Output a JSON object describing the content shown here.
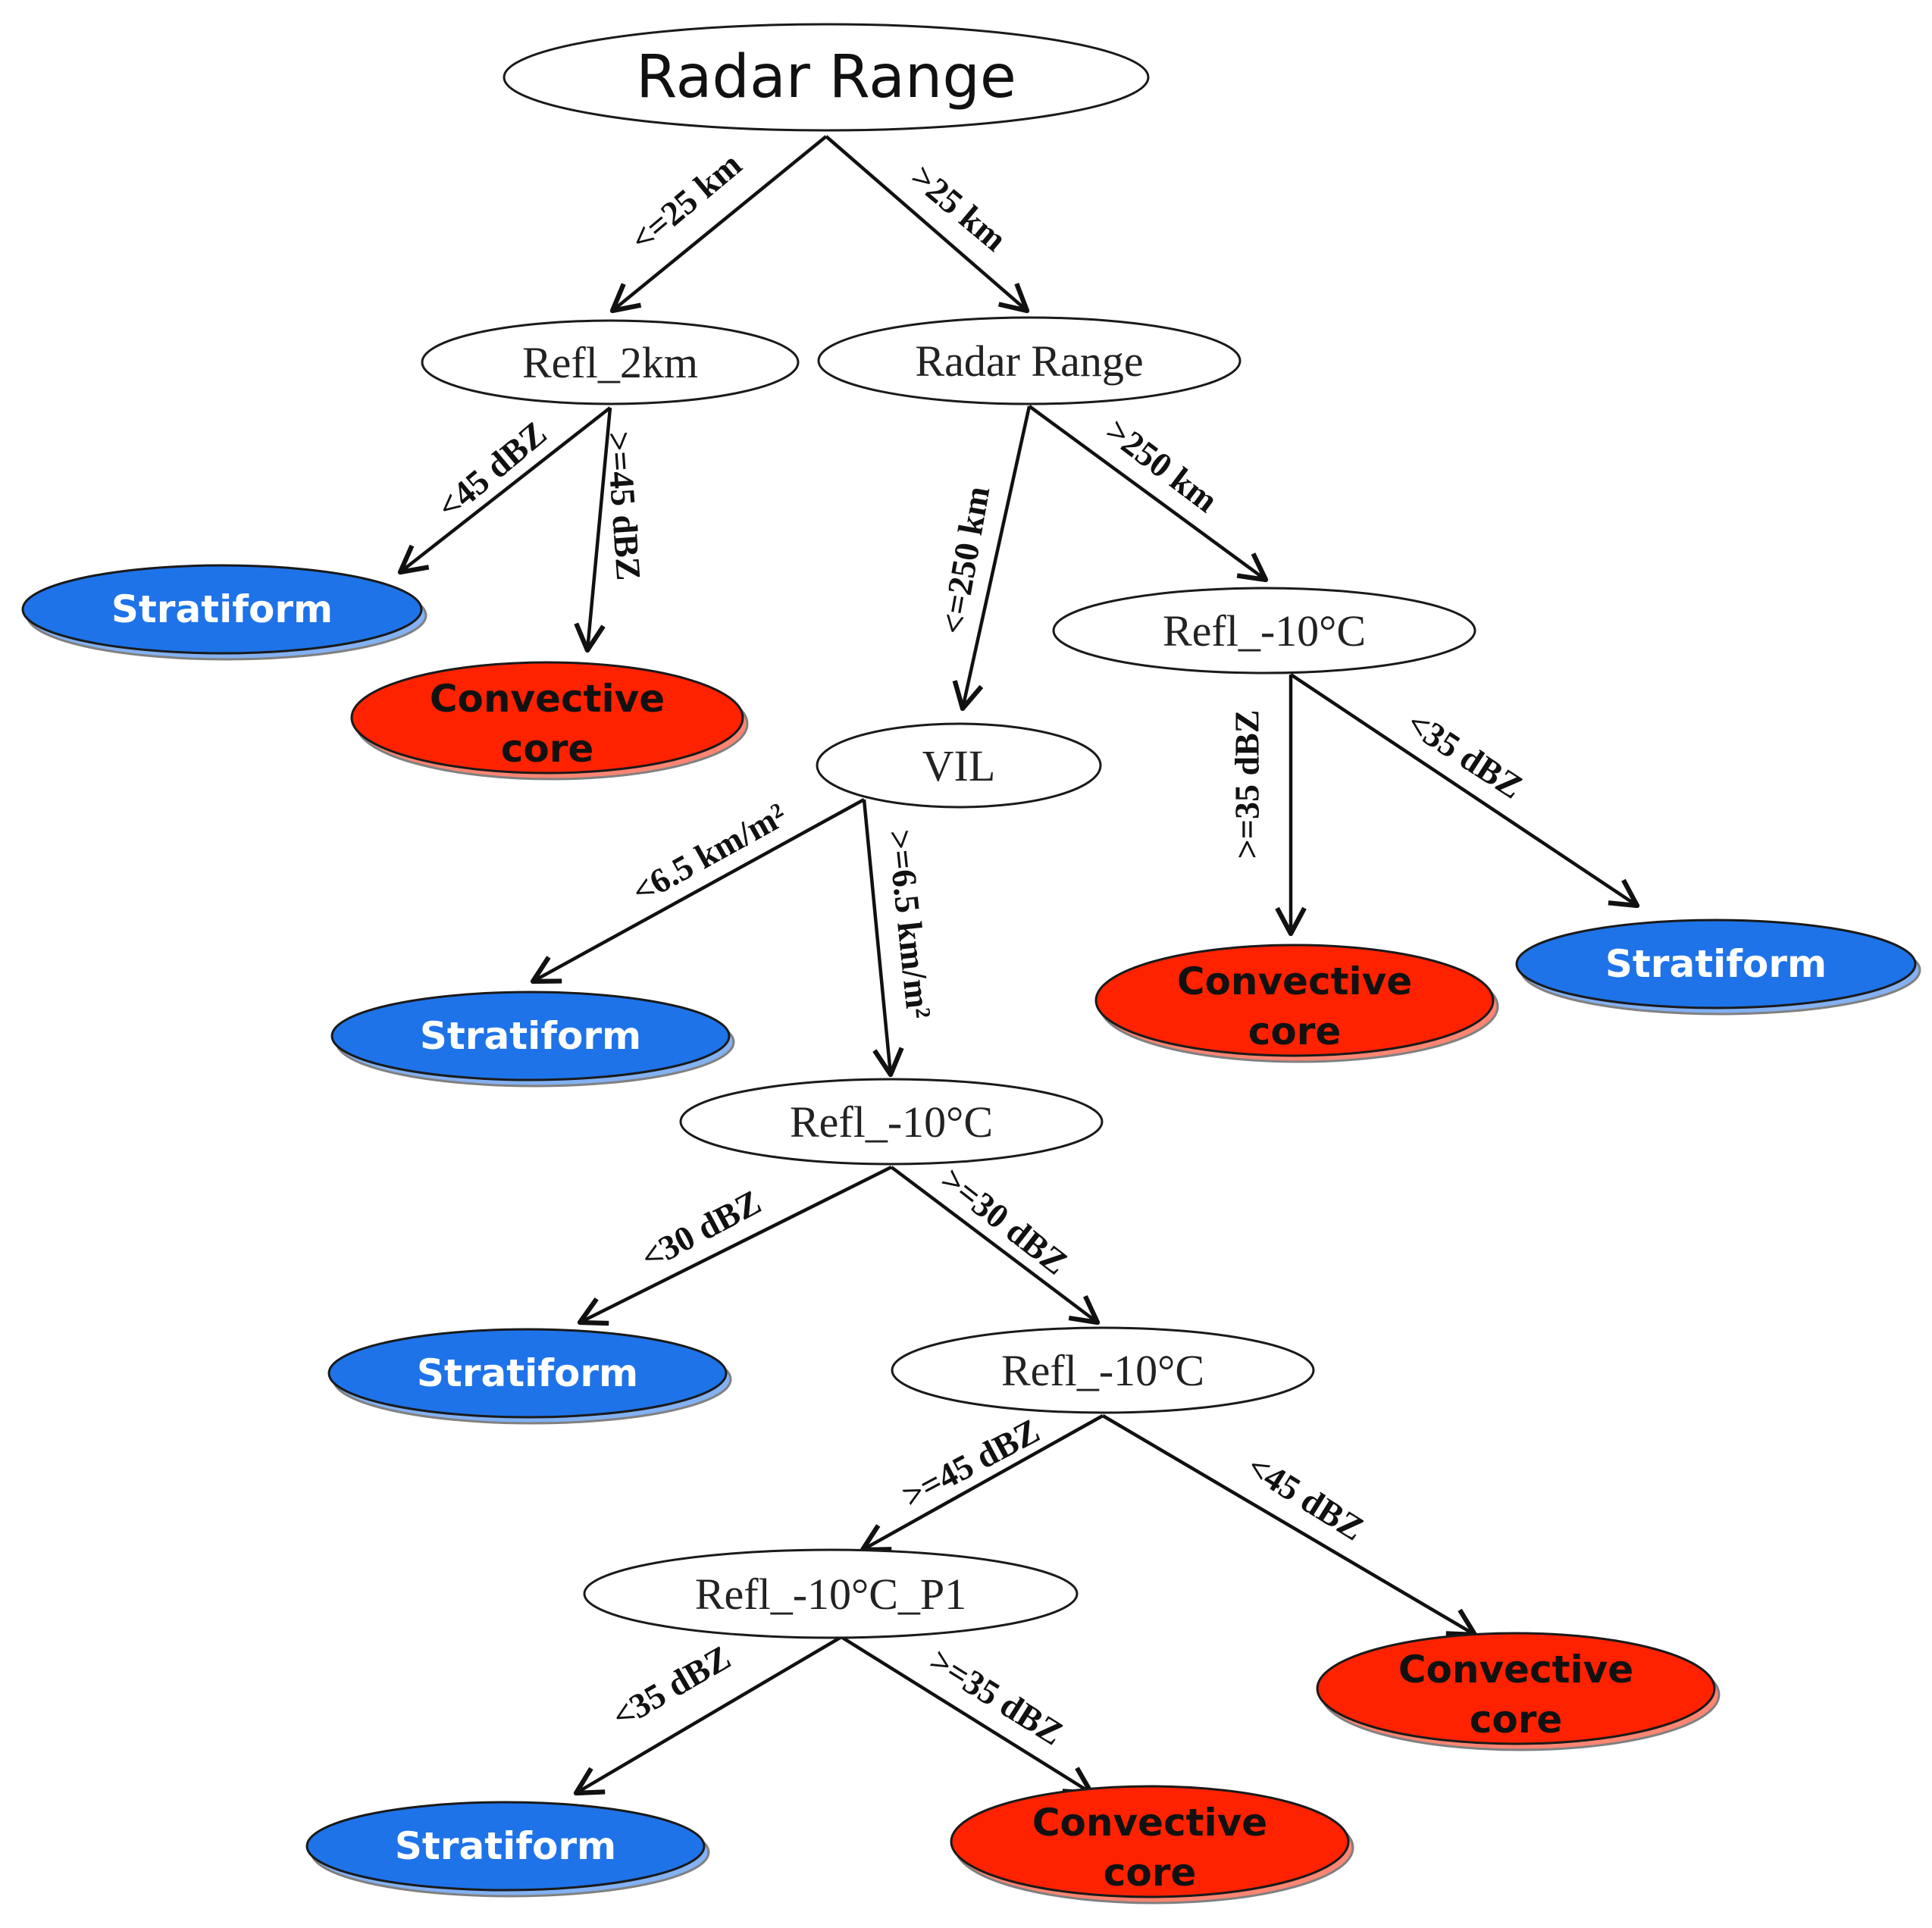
{
  "nodes": {
    "n1": {
      "label": "Radar Range",
      "kind": "root"
    },
    "n2": {
      "label": "Refl_2km",
      "kind": "plain"
    },
    "n3": {
      "label": "Radar Range",
      "kind": "plain"
    },
    "n4": {
      "label": "Stratiform",
      "kind": "strat"
    },
    "n5": {
      "label": "Convective core",
      "kind": "conv"
    },
    "n6": {
      "label": "Refl_-10°C",
      "kind": "plain"
    },
    "n7": {
      "label": "VIL",
      "kind": "plain"
    },
    "n8": {
      "label": "Convective core",
      "kind": "conv"
    },
    "n9": {
      "label": "Stratiform",
      "kind": "strat"
    },
    "n10": {
      "label": "Stratiform",
      "kind": "strat"
    },
    "n11": {
      "label": "Refl_-10°C",
      "kind": "plain"
    },
    "n12": {
      "label": "Stratiform",
      "kind": "strat"
    },
    "n13": {
      "label": "Refl_-10°C",
      "kind": "plain"
    },
    "n14": {
      "label": "Refl_-10°C_P1",
      "kind": "plain"
    },
    "n15": {
      "label": "Convective core",
      "kind": "conv"
    },
    "n16": {
      "label": "Stratiform",
      "kind": "strat"
    },
    "n17": {
      "label": "Convective core",
      "kind": "conv"
    }
  },
  "edges": [
    {
      "id": "e1",
      "from": "n1",
      "to": "n2",
      "label": "<=25 km"
    },
    {
      "id": "e2",
      "from": "n1",
      "to": "n3",
      "label": ">25 km"
    },
    {
      "id": "e3",
      "from": "n2",
      "to": "n4",
      "label": "<45 dBZ"
    },
    {
      "id": "e4",
      "from": "n2",
      "to": "n5",
      "label": ">=45 dBZ"
    },
    {
      "id": "e5",
      "from": "n3",
      "to": "n7",
      "label": "<=250 km"
    },
    {
      "id": "e6",
      "from": "n3",
      "to": "n6",
      "label": ">250 km"
    },
    {
      "id": "e7",
      "from": "n6",
      "to": "n8",
      "label": ">=35 dBZ"
    },
    {
      "id": "e8",
      "from": "n6",
      "to": "n9",
      "label": "<35 dBZ"
    },
    {
      "id": "e9",
      "from": "n7",
      "to": "n10",
      "label": "<6.5 km/m²"
    },
    {
      "id": "e10",
      "from": "n7",
      "to": "n11",
      "label": ">=6.5 km/m²"
    },
    {
      "id": "e11",
      "from": "n11",
      "to": "n12",
      "label": "<30 dBZ"
    },
    {
      "id": "e12",
      "from": "n11",
      "to": "n13",
      "label": ">=30 dBZ"
    },
    {
      "id": "e13",
      "from": "n13",
      "to": "n14",
      "label": ">=45 dBZ"
    },
    {
      "id": "e14",
      "from": "n13",
      "to": "n15",
      "label": "<45 dBZ"
    },
    {
      "id": "e15",
      "from": "n14",
      "to": "n16",
      "label": "<35 dBZ"
    },
    {
      "id": "e16",
      "from": "n14",
      "to": "n17",
      "label": ">=35 dBZ"
    }
  ],
  "colors": {
    "stratiform": "#1e73e8",
    "convective": "#ff2200",
    "decision": "#ffffff"
  }
}
